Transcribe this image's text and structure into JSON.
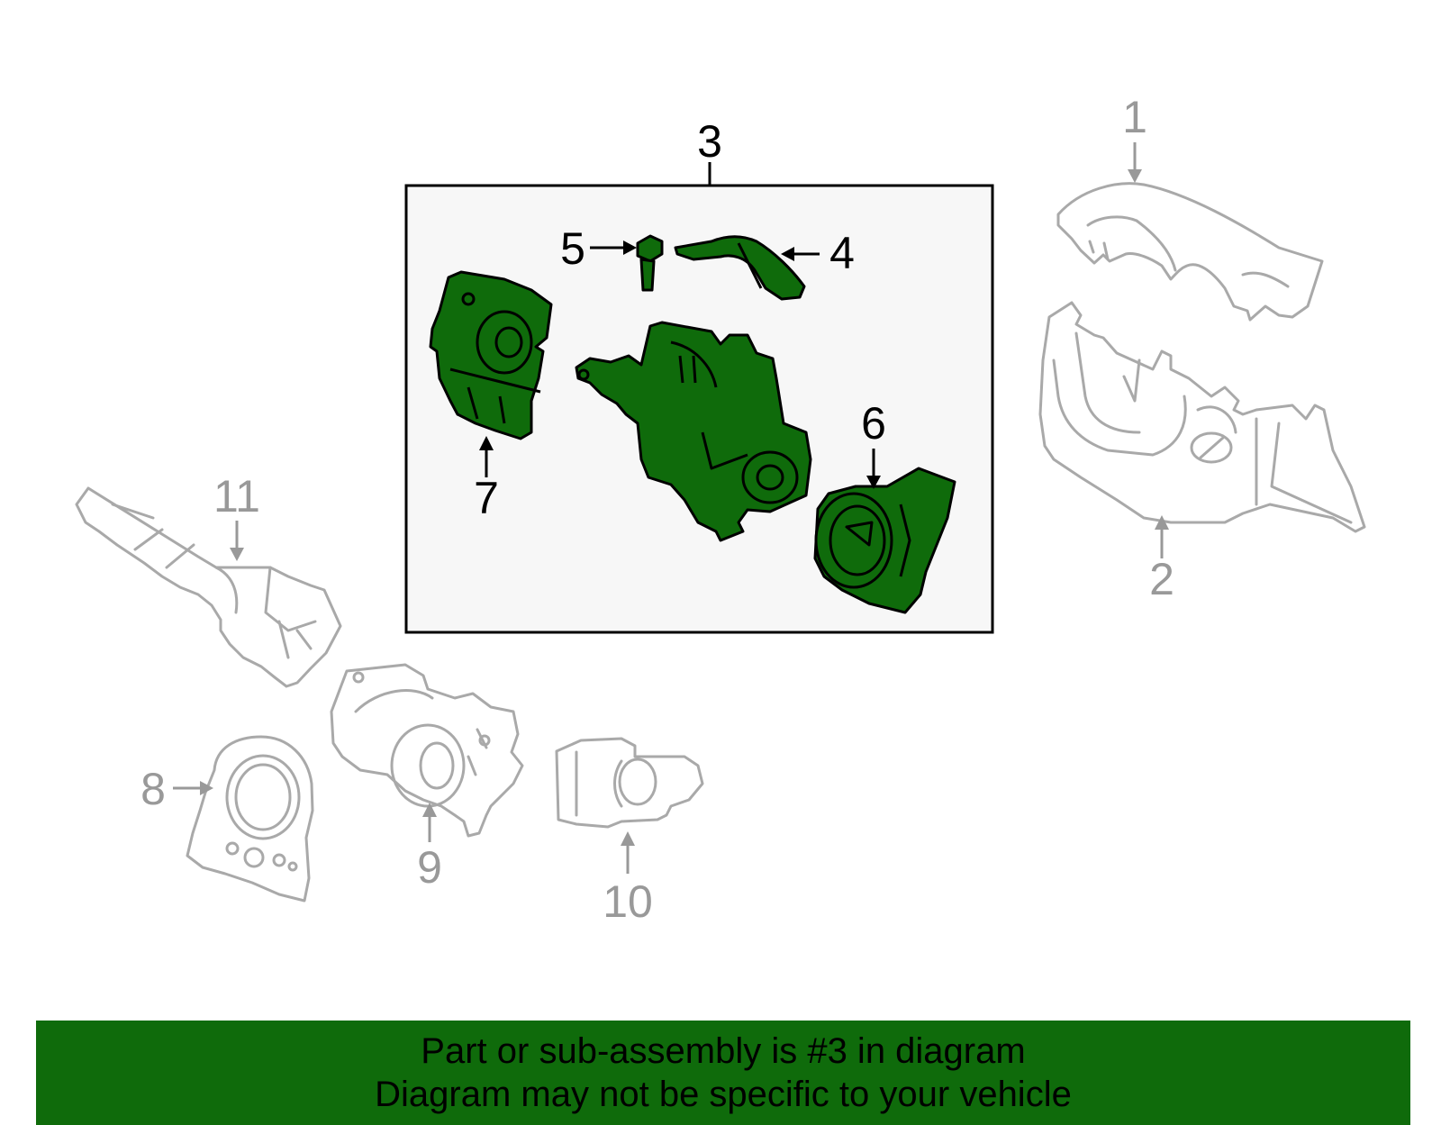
{
  "callouts": {
    "c1": "1",
    "c2": "2",
    "c3": "3",
    "c4": "4",
    "c5": "5",
    "c6": "6",
    "c7": "7",
    "c8": "8",
    "c9": "9",
    "c10": "10",
    "c11": "11"
  },
  "footer": {
    "line1": "Part or sub-assembly is #3 in diagram",
    "line2": "Diagram may not be specific to your vehicle"
  },
  "colors": {
    "highlight_fill": "#0f6b0b",
    "banner": "#0f6b0b",
    "box_fill": "#f7f7f7",
    "dim_part": "#a9a9a9"
  }
}
